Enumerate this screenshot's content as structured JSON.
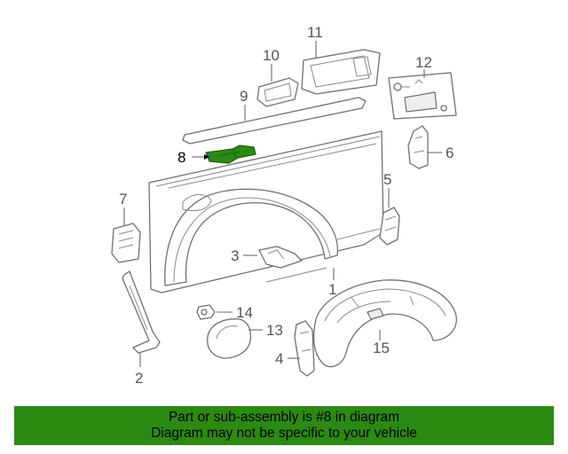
{
  "diagram": {
    "callouts": {
      "c1": "1",
      "c2": "2",
      "c3": "3",
      "c4": "4",
      "c5": "5",
      "c6": "6",
      "c7": "7",
      "c8": "8",
      "c9": "9",
      "c10": "10",
      "c11": "11",
      "c12": "12",
      "c13": "13",
      "c14": "14",
      "c15": "15"
    },
    "highlighted_part": "8",
    "colors": {
      "highlight": "#2b8a12",
      "banner": "#2b8a12",
      "line": "#707070"
    }
  },
  "banner": {
    "line1": "Part or sub-assembly is #8 in diagram",
    "line2": "Diagram may not be specific to your vehicle"
  }
}
